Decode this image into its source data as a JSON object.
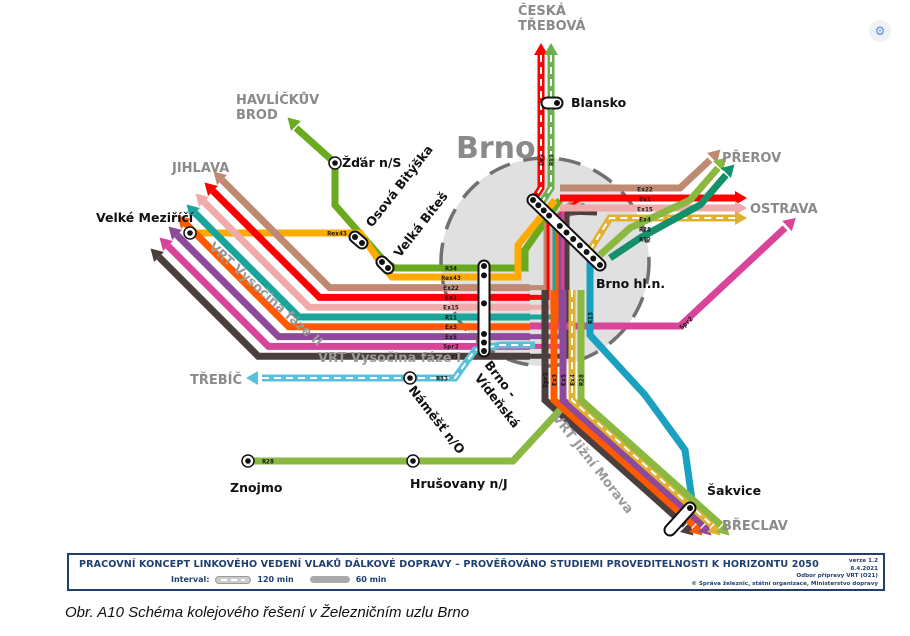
{
  "diagram": {
    "center_label": "Brno",
    "destinations": {
      "ceska_trebova": [
        "ČESKÁ",
        "TŘEBOVÁ"
      ],
      "havlickuv_brod": [
        "HAVLÍČKŮV",
        "BROD"
      ],
      "jihlava": "JIHLAVA",
      "prerov": "PŘEROV",
      "ostrava": "OSTRAVA",
      "trebic": "TŘEBÍČ",
      "breclav": "BŘECLAV"
    },
    "stations": {
      "blansko": "Blansko",
      "zdar": "Žďár n/S",
      "osova_bityska": "Osová Bitýška",
      "velka_bites": "Velká Bíteš",
      "velke_mezirici": "Velké Meziříčí",
      "brno_hl_n": "Brno hl.n.",
      "brno_videnska": [
        "Brno -",
        "Vídeňská"
      ],
      "namest": "Náměšť n/O",
      "znojmo": "Znojmo",
      "hrusovany": "Hrušovany n/J",
      "sakvice": "Šakvice"
    },
    "corridors": {
      "vysocina_1": "VRT Vysočina fáze I",
      "vysocina_2": "VRT Vysočina fáze II",
      "jizni_morava": "VRT Jižní Morava"
    },
    "colors": {
      "R34": "#6aaa1e",
      "Rex43": "#ffaa00",
      "Ex22": "#c08a72",
      "Ex1": "#ff0000",
      "Ex15": "#f0aaaa",
      "R11": "#1aa59a",
      "Ex3": "#ff5a00",
      "Ex5": "#8e4a9a",
      "Spr2": "#d8449a",
      "Spr1": "#4a3f3c",
      "Ex4": "#e0b030",
      "R28": "#8ab840",
      "R12": "#14906a",
      "R13": "#1aa0c0",
      "R33": "#58c0d8",
      "Ex9": "#ff0000",
      "R19": "#6ab04c"
    },
    "west_bundle_labels": [
      "R34",
      "Rex43",
      "Ex22",
      "Ex1",
      "Ex15",
      "R11",
      "Ex3",
      "Ex5",
      "Spr2",
      "Spr1"
    ],
    "east_bundle_labels": [
      "Ex22",
      "Ex1",
      "Ex15",
      "Ex4",
      "R28",
      "R12"
    ],
    "south_bundle_labels": [
      "Spr1",
      "Ex3",
      "Ex5",
      "Ex4",
      "R28"
    ],
    "north_labels": [
      "Ex9",
      "R19"
    ],
    "other_labels": {
      "rex43": "Rex43",
      "r33": "R33",
      "r28": "R28",
      "r13": "R13",
      "spr2": "Spr2"
    }
  },
  "footer": {
    "title": "PRACOVNÍ KONCEPT LINKOVÉHO VEDENÍ VLAKŮ DÁLKOVÉ DOPRAVY – PROVĚŘOVÁNO STUDIEMI PROVEDITELNOSTI K HORIZONTU 2050",
    "interval_label": "Interval:",
    "interval_120": "120 min",
    "interval_60": "60 min",
    "version": "verze 1.2",
    "date": "8.4.2021",
    "department": "Odbor přípravy VRT (O21)",
    "copyright": "© Správa železnic, státní organizace, Ministerstvo dopravy"
  },
  "caption": "Obr. A10 Schéma kolejového řešení v Železničním uzlu Brno"
}
